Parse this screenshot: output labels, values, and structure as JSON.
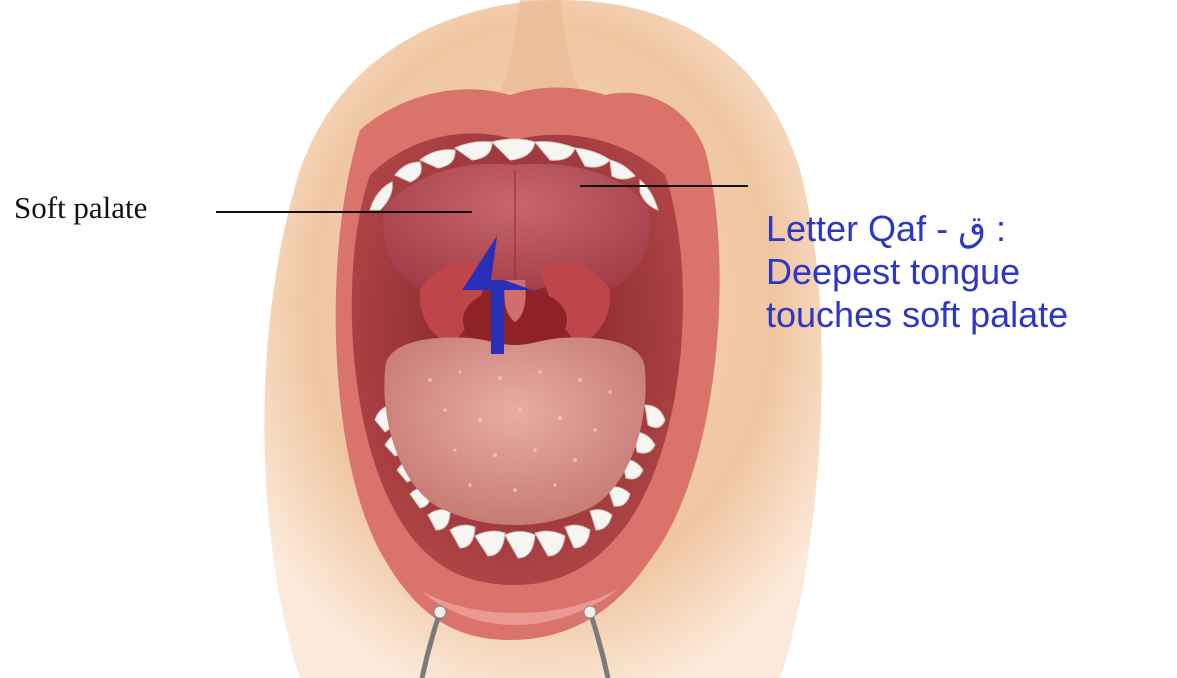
{
  "labels": {
    "soft_palate": "Soft palate",
    "qaf_line1": "Letter Qaf - ق :",
    "qaf_line2": "Deepest tongue",
    "qaf_line3": "touches soft palate"
  },
  "colors": {
    "skin": "#f2c9a7",
    "lips": "#d9736c",
    "mouth_cavity": "#a8383a",
    "palate": "#b5505a",
    "tongue": "#dc9a92",
    "teeth": "#f7f5f2",
    "arrow": "#2a2fb8",
    "annotation_text": "#2c37c4",
    "leader_line": "#111111"
  },
  "icons": {
    "arrow": "up-arrow-icon"
  }
}
